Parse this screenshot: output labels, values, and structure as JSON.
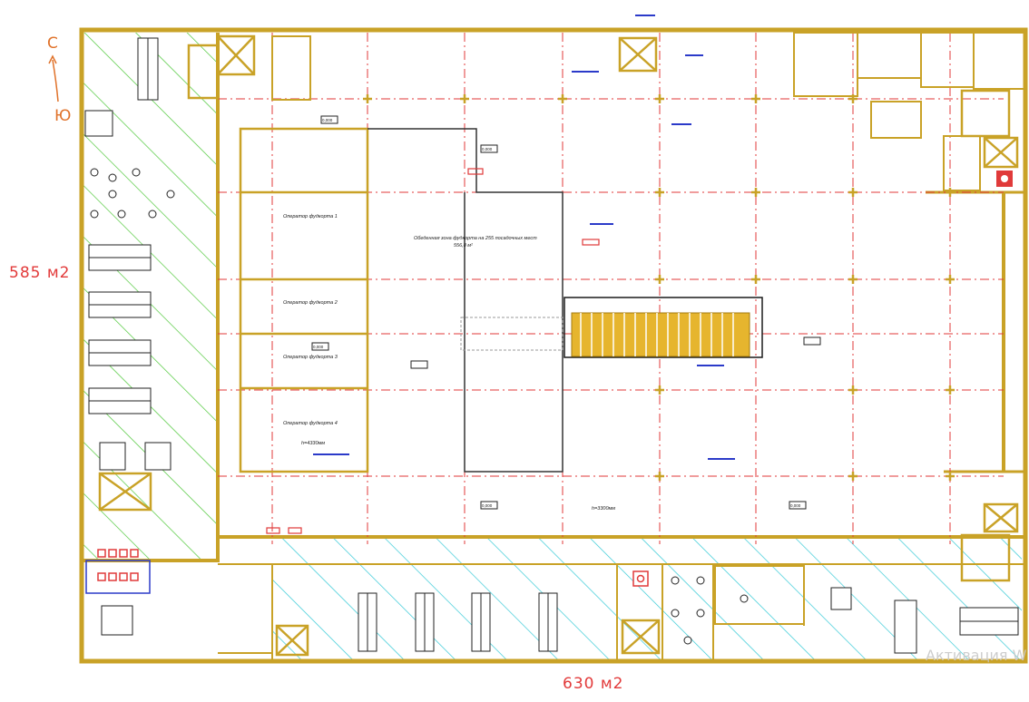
{
  "compass": {
    "north": "С",
    "south": "Ю"
  },
  "areas": {
    "left_wing": "585 м2",
    "bottom_wing": "630 м2"
  },
  "halls": {
    "main_label": "Обеденная зона фудкорта на 255 посадочных мест",
    "main_area": "556,8 м²",
    "operators": [
      "Оператор фудкорта 1",
      "Оператор фудкорта 2",
      "Оператор фудкорта 3",
      "Оператор фудкорта 4"
    ],
    "height_a": "h=4330мм",
    "height_b": "h=3300мм"
  },
  "levels": [
    "0,000",
    "0,000",
    "0,000",
    "0,000",
    "0,000"
  ],
  "watermark": "Активация W",
  "colors": {
    "wall": "#c9a227",
    "grid": "#e03a3a",
    "hatch_green": "#4fc83a",
    "hatch_cyan": "#35c9d6",
    "annotation": "#2b3ac9"
  }
}
